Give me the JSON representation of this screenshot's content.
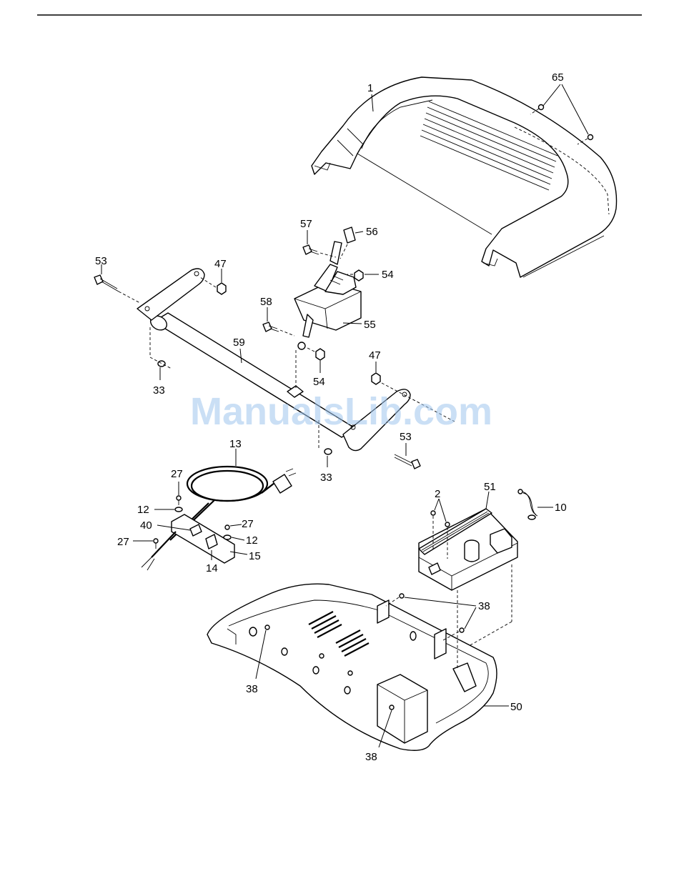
{
  "watermark": "ManualsLib.com",
  "callouts": {
    "c1": "1",
    "c65": "65",
    "c57": "57",
    "c56": "56",
    "c54a": "54",
    "c55": "55",
    "c58": "58",
    "c53a": "53",
    "c47a": "47",
    "c59": "59",
    "c54b": "54",
    "c47b": "47",
    "c33a": "33",
    "c53b": "53",
    "c33b": "33",
    "c13": "13",
    "c27a": "27",
    "c12a": "12",
    "c40": "40",
    "c27b": "27",
    "c12b": "12",
    "c27c": "27",
    "c15": "15",
    "c14": "14",
    "c2": "2",
    "c51": "51",
    "c10": "10",
    "c38a": "38",
    "c38b": "38",
    "c50": "50",
    "c38c": "38"
  }
}
